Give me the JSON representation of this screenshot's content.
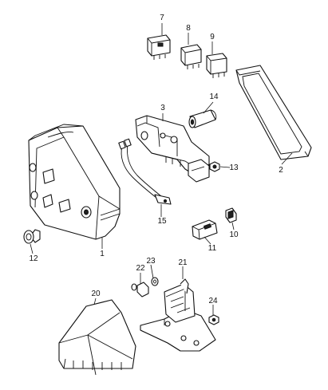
{
  "callouts": {
    "c1": "1",
    "c2": "2",
    "c3": "3",
    "c7": "7",
    "c8": "8",
    "c9": "9",
    "c10": "10",
    "c11": "11",
    "c12": "12",
    "c13": "13",
    "c14": "14",
    "c15": "15",
    "c20": "20",
    "c21": "21",
    "c22": "22",
    "c23": "23",
    "c24": "24"
  },
  "colors": {
    "line": "#111111",
    "background": "#ffffff"
  }
}
